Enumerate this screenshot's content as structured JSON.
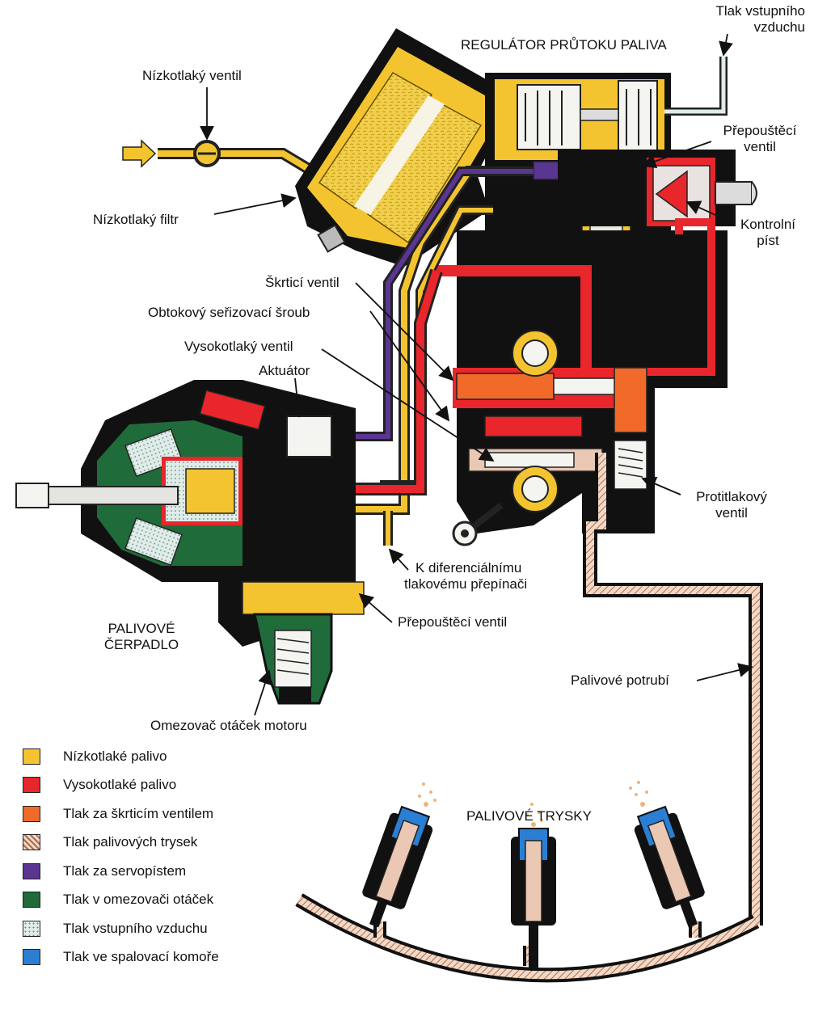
{
  "labels": {
    "low_pressure_valve": "Nízkotlaký ventil",
    "low_pressure_filter": "Nízkotlaký filtr",
    "fuel_flow_regulator": "REGULÁTOR PRŮTOKU PALIVA",
    "inlet_air_pressure_line1": "Tlak vstupního",
    "inlet_air_pressure_line2": "vzduchu",
    "bypass_valve_top_line1": "Přepouštěcí",
    "bypass_valve_top_line2": "ventil",
    "control_piston_line1": "Kontrolní",
    "control_piston_line2": "píst",
    "throttle_valve": "Škrticí ventil",
    "bypass_adjust_screw": "Obtokový seřizovací šroub",
    "high_pressure_valve": "Vysokotlaký ventil",
    "actuator": "Aktuátor",
    "back_pressure_valve_line1": "Protitlakový",
    "back_pressure_valve_line2": "ventil",
    "to_diff_switch_line1": "K diferenciálnímu",
    "to_diff_switch_line2": "tlakovému přepínači",
    "bypass_valve_bottom": "Přepouštěcí ventil",
    "fuel_pump_line1": "PALIVOVÉ",
    "fuel_pump_line2": "ČERPADLO",
    "fuel_line": "Palivové potrubí",
    "speed_limiter": "Omezovač otáček motoru",
    "fuel_nozzles": "PALIVOVÉ TRYSKY"
  },
  "legend": [
    {
      "label": "Nízkotlaké palivo",
      "color": "#f4c430",
      "pattern": "solid"
    },
    {
      "label": "Vysokotlaké palivo",
      "color": "#e8262b",
      "pattern": "solid"
    },
    {
      "label": "Tlak za škrticím ventilem",
      "color": "#f26a2a",
      "pattern": "solid"
    },
    {
      "label": "Tlak palivových trysek",
      "color": "#eac8b4",
      "pattern": "hatch"
    },
    {
      "label": "Tlak za servopístem",
      "color": "#5b3592",
      "pattern": "solid"
    },
    {
      "label": "Tlak v omezovači otáček",
      "color": "#1f6b3a",
      "pattern": "solid"
    },
    {
      "label": "Tlak vstupního vzduchu",
      "color": "#d9e8e4",
      "pattern": "dots"
    },
    {
      "label": "Tlak ve spalovací komoře",
      "color": "#2a7fd4",
      "pattern": "solid"
    }
  ]
}
